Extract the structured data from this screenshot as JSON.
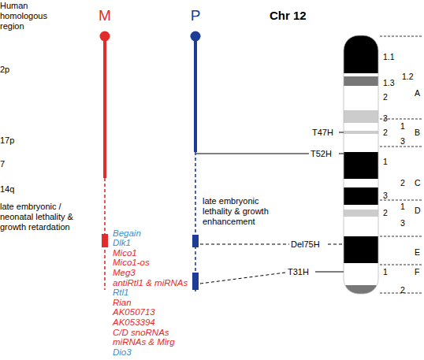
{
  "diagram": {
    "title": "Chr 12",
    "nodes": [
      {
        "text": [
          "M"
        ]
      },
      {
        "text": [
          "P"
        ]
      }
    ],
    "labels": [
      "Human homologous region",
      "2p",
      "17p",
      "7",
      "14q",
      "late embryonic / neonatal lethality & growth retardation",
      "Begain",
      "Dlk1",
      "Mico1",
      "Mico1-os",
      "Meg3",
      "antiRtl1 & miRNAs",
      "Rtl1",
      "Rian",
      "AK050713",
      "AK053394",
      "C/D snoRNAs",
      "miRNAs & Mirg",
      "Dio3",
      "late embryonic lethality & growth enhancement",
      "T47H",
      "T52H",
      "Del75H",
      "T31H",
      "1.1",
      "1.2",
      "1.3",
      "2",
      "A",
      "3",
      "1",
      "2",
      "3",
      "B",
      "1",
      "2",
      "C",
      "3",
      "1",
      "2",
      "D",
      "3",
      "E",
      "1",
      "F",
      "2"
    ]
  }
}
